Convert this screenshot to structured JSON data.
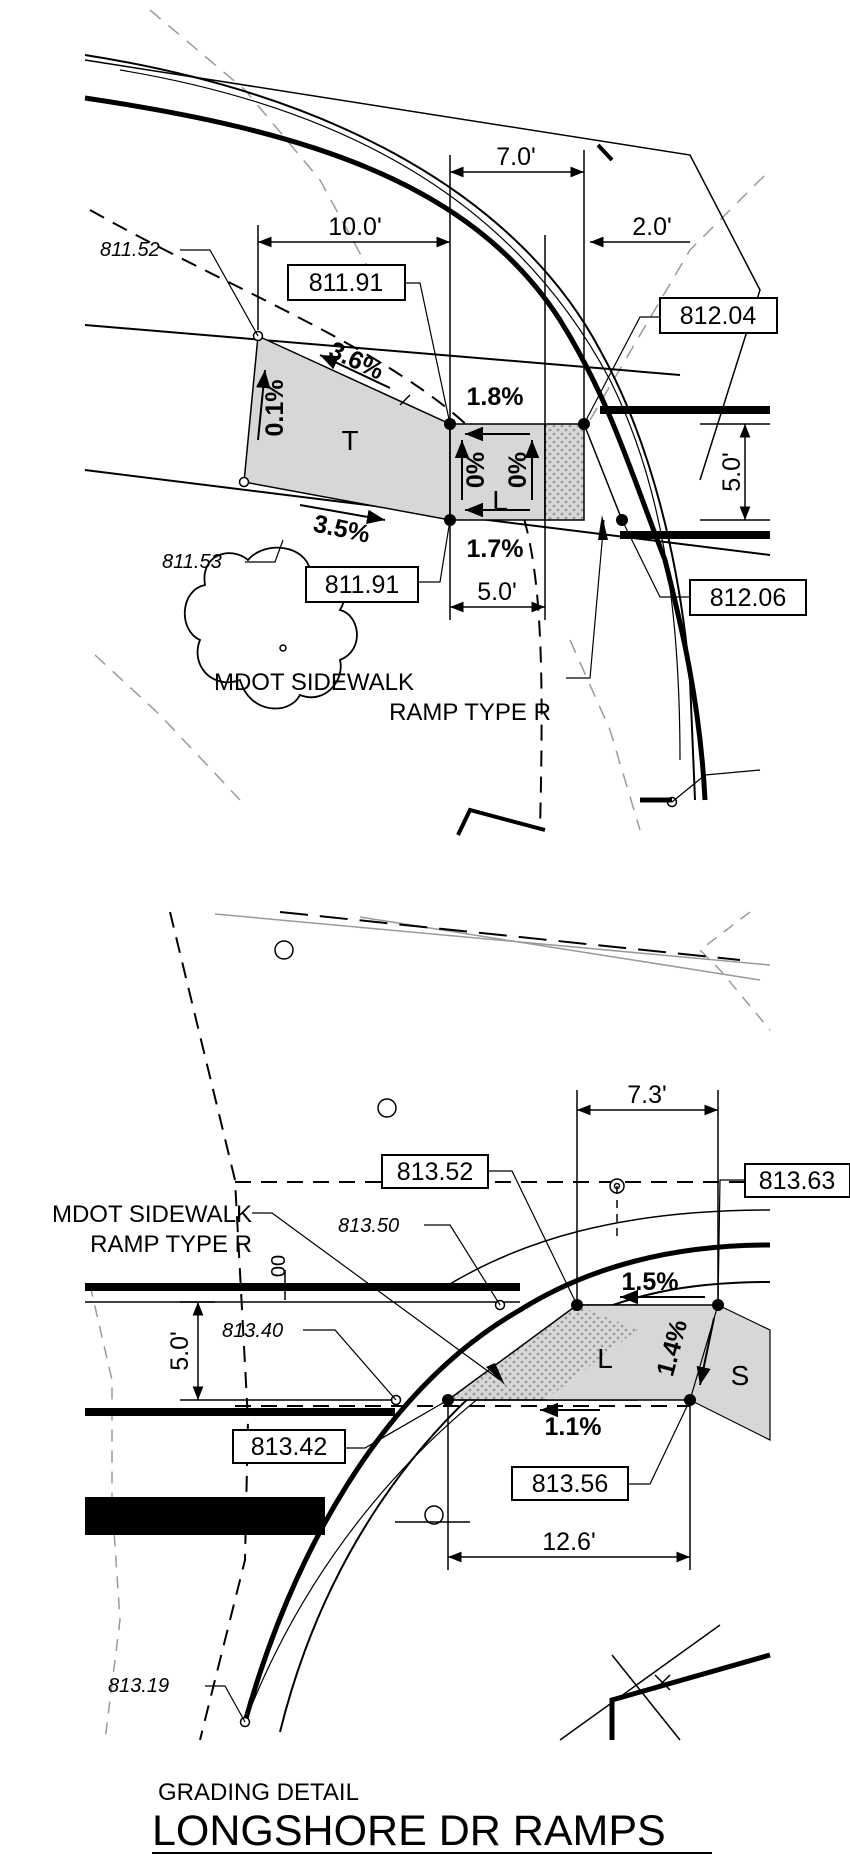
{
  "title": {
    "subtitle": "GRADING DETAIL",
    "main": "LONGSHORE DR RAMPS"
  },
  "detail_top": {
    "dimensions": {
      "width_top": "7.0'",
      "width_left": "10.0'",
      "width_right": "2.0'",
      "width_bottom": "5.0'",
      "height_right": "5.0'"
    },
    "elevations_boxed": {
      "top_left": "811.91",
      "top_right": "812.04",
      "bottom_left": "811.91",
      "bottom_right": "812.06"
    },
    "elevations_existing": {
      "upper": "811.52",
      "lower": "811.53"
    },
    "slopes": {
      "s1": "3.6%",
      "s2": "0.1%",
      "s3": "3.5%",
      "s4": "1.8%",
      "s5": "1.7%",
      "s6": "0%",
      "s7": "0%"
    },
    "areas": {
      "a1": "T",
      "a2": "L"
    },
    "note": {
      "line1": "MDOT SIDEWALK",
      "line2": "RAMP TYPE R"
    }
  },
  "detail_bottom": {
    "dimensions": {
      "width_top": "7.3'",
      "width_bottom": "12.6'",
      "height_left": "5.0'"
    },
    "elevations_boxed": {
      "top_left": "813.52",
      "top_right": "813.63",
      "left": "813.42",
      "bottom_right": "813.56"
    },
    "elevations_existing": {
      "e1": "813.50",
      "e2": "813.40",
      "e3": "813.19"
    },
    "slopes": {
      "s1": "1.5%",
      "s2": "1.4%",
      "s3": "1.1%"
    },
    "areas": {
      "a1": "L",
      "a2": "S"
    },
    "note": {
      "line1": "MDOT SIDEWALK",
      "line2": "RAMP TYPE R"
    },
    "misc_label": "00"
  }
}
